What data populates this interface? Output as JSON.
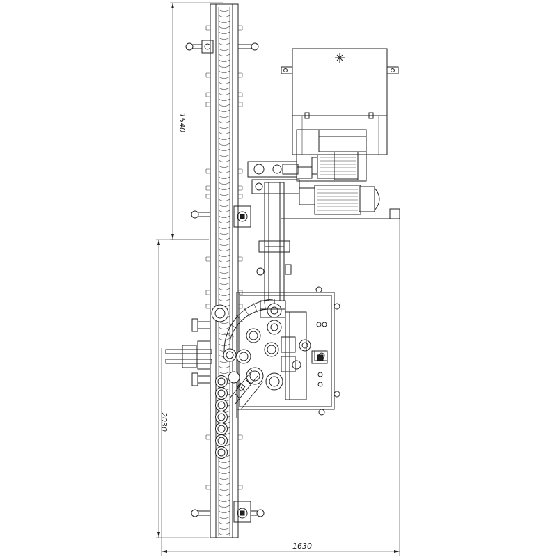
{
  "dimensions": {
    "upper_height": "1540",
    "lower_height": "2030",
    "overall_width": "1630"
  },
  "colors": {
    "line": "#222222",
    "background": "#ffffff"
  }
}
